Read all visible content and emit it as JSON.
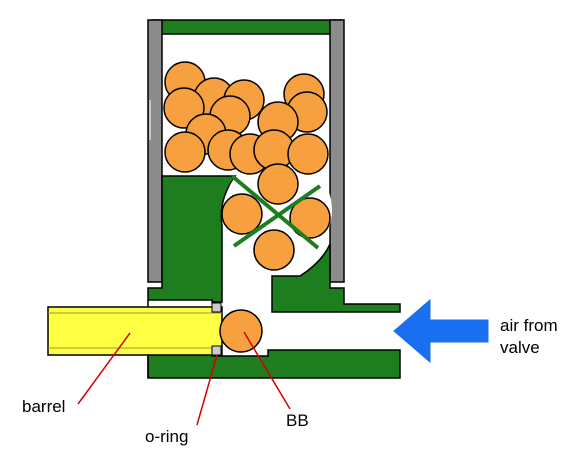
{
  "labels": {
    "barrel": "barrel",
    "oring": "o-ring",
    "bb": "BB",
    "air_line1": "air from",
    "air_line2": "valve"
  },
  "colors": {
    "body_green": "#1e7d1e",
    "wall_gray": "#8c8c8c",
    "bb_orange": "#f7a040",
    "barrel_yellow": "#ffff44",
    "arrow_blue": "#1a6ef0",
    "pointer_red": "#d40000",
    "oring_gray": "#cccccc"
  }
}
